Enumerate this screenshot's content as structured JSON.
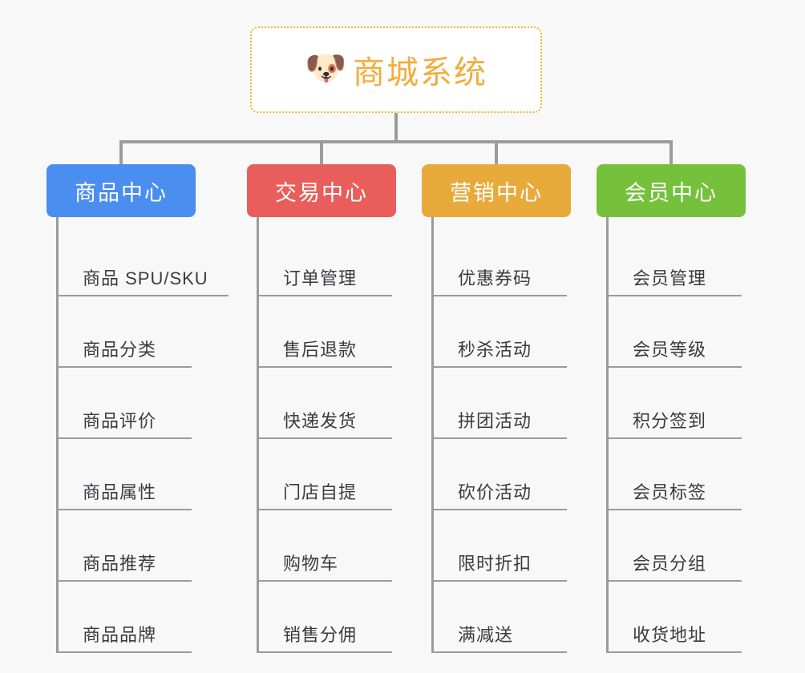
{
  "root": {
    "icon": "shiba-dog-face-emoji",
    "emoji": "🐶",
    "title": "商城系统",
    "border_color": "#f0b429",
    "title_color": "#f0ad3c"
  },
  "connector_color": "#9b9b9b",
  "background_color": "#f8f8f9",
  "columns": [
    {
      "id": "product-center",
      "title": "商品中心",
      "color": "#4a8ef0",
      "items": [
        "商品 SPU/SKU",
        "商品分类",
        "商品评价",
        "商品属性",
        "商品推荐",
        "商品品牌"
      ]
    },
    {
      "id": "trade-center",
      "title": "交易中心",
      "color": "#e95e5a",
      "items": [
        "订单管理",
        "售后退款",
        "快递发货",
        "门店自提",
        "购物车",
        "销售分佣"
      ]
    },
    {
      "id": "marketing-center",
      "title": "营销中心",
      "color": "#e9aa3c",
      "items": [
        "优惠券码",
        "秒杀活动",
        "拼团活动",
        "砍价活动",
        "限时折扣",
        "满减送"
      ]
    },
    {
      "id": "member-center",
      "title": "会员中心",
      "color": "#76c13c",
      "items": [
        "会员管理",
        "会员等级",
        "积分签到",
        "会员标签",
        "会员分组",
        "收货地址"
      ]
    }
  ]
}
